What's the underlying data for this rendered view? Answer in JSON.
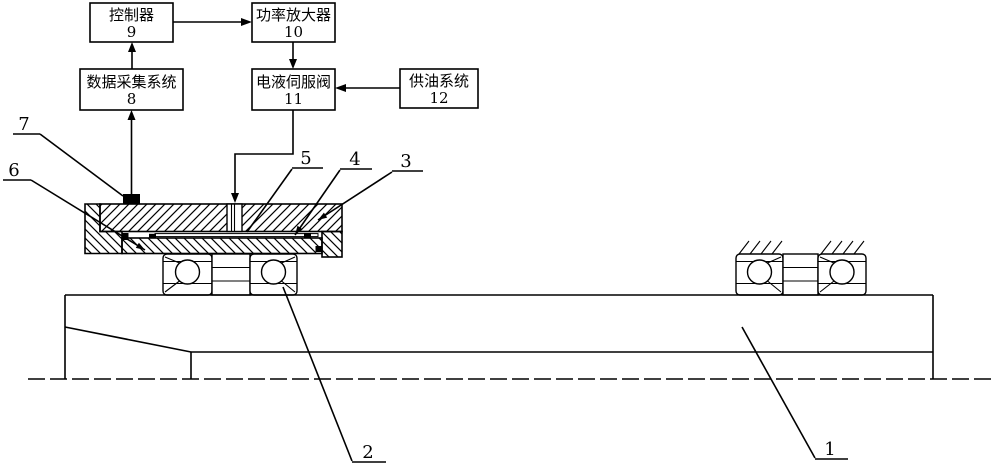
{
  "blocks": {
    "controller": {
      "label": "控制器",
      "number": "9"
    },
    "power_amplifier": {
      "label": "功率放大器",
      "number": "10"
    },
    "data_acquisition": {
      "label": "数据采集系统",
      "number": "8"
    },
    "servo_valve": {
      "label": "电液伺服阀",
      "number": "11"
    },
    "oil_supply": {
      "label": "供油系统",
      "number": "12"
    }
  },
  "part_labels": {
    "l1": "1",
    "l2": "2",
    "l3": "3",
    "l4": "4",
    "l5": "5",
    "l6": "6",
    "l7": "7"
  },
  "colors": {
    "line": "#000000",
    "background": "#ffffff"
  }
}
